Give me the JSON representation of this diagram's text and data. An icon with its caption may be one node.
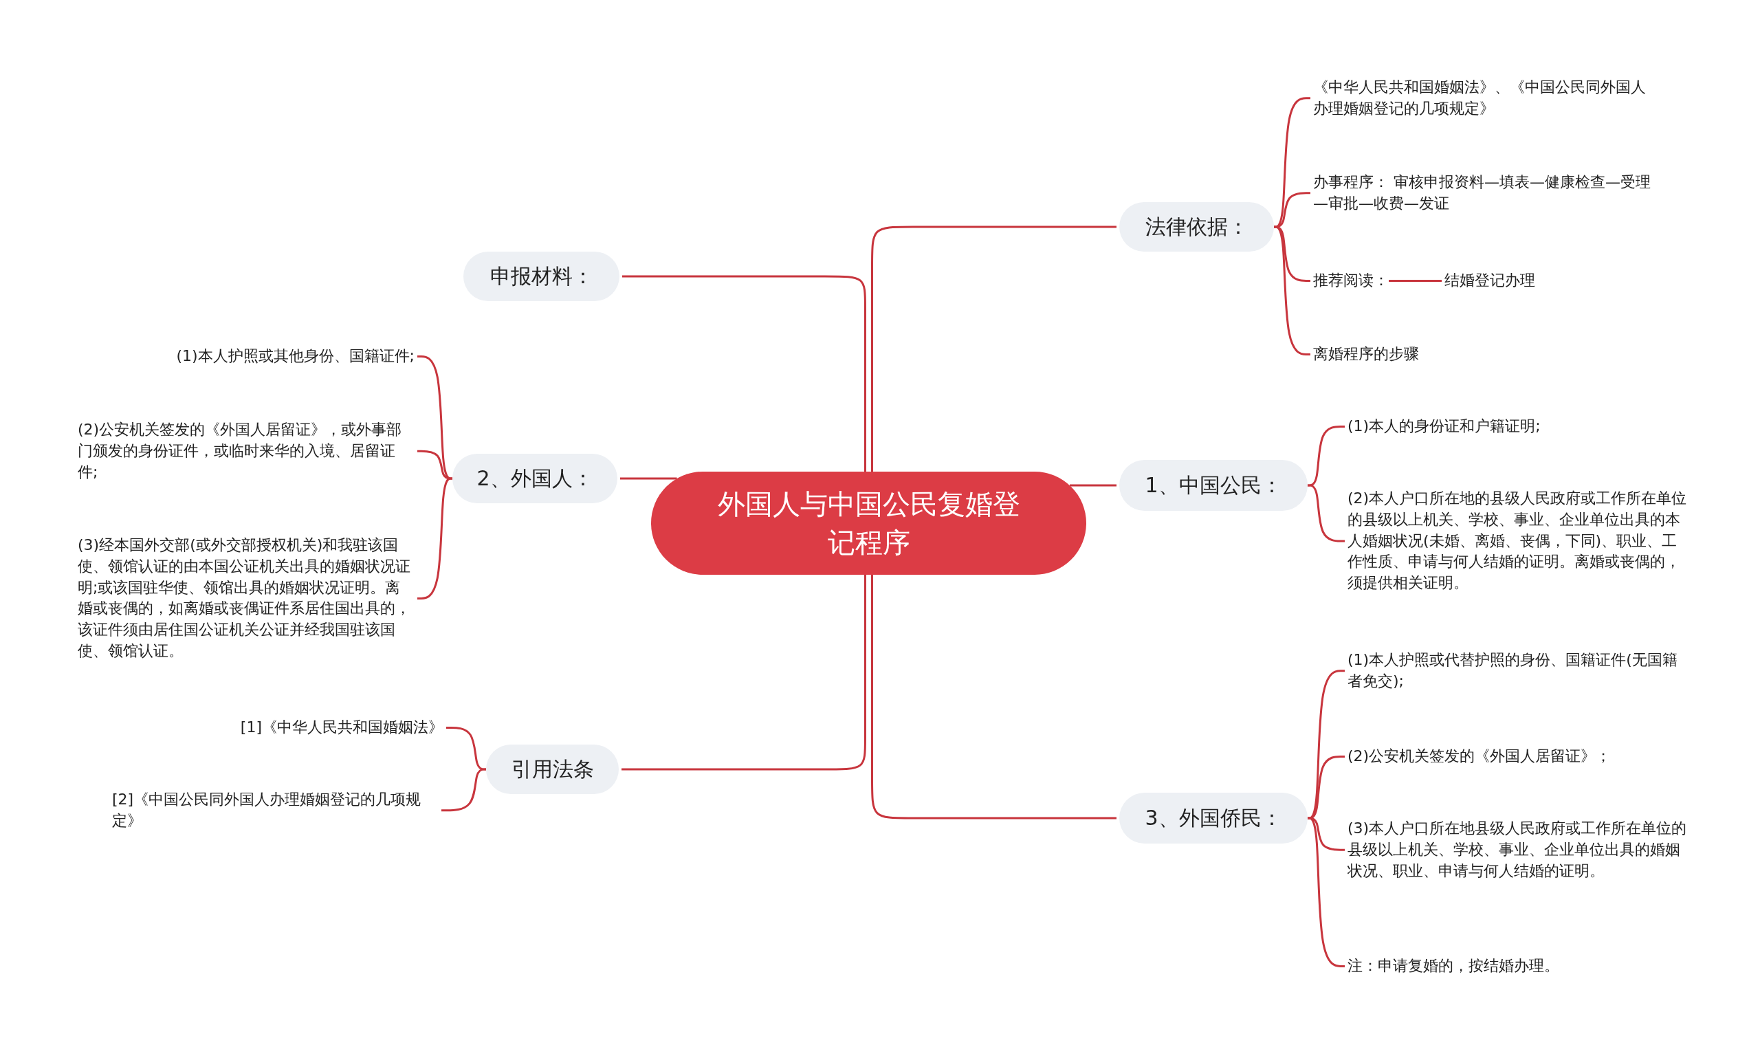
{
  "diagram": {
    "nodes": [
      {
        "text": [
          "外国人与中国公民复婚登记程序"
        ]
      },
      {
        "text": [
          "法律依据："
        ]
      },
      {
        "text": [
          "1、中国公民："
        ]
      },
      {
        "text": [
          "3、外国侨民："
        ]
      },
      {
        "text": [
          "申报材料："
        ]
      },
      {
        "text": [
          "2、外国人："
        ]
      },
      {
        "text": [
          "引用法条"
        ]
      },
      {
        "text": [
          "《中华人民共和国婚姻法》、《中国公民同外国人办理婚姻登记的几项规定》"
        ]
      },
      {
        "text": [
          "办事程序： 审核申报资料—填表—健康检查—受理—审批—收费—发证"
        ]
      },
      {
        "text": [
          "推荐阅读："
        ]
      },
      {
        "text": [
          "结婚登记办理"
        ]
      },
      {
        "text": [
          "离婚程序的步骤"
        ]
      },
      {
        "text": [
          "(1)本人的身份证和户籍证明;"
        ]
      },
      {
        "text": [
          "(2)本人户口所在地的县级人民政府或工作所在单位的县级以上机关、学校、事业、企业单位出具的本人婚姻状况(未婚、离婚、丧偶，下同)、职业、工作性质、申请与何人结婚的证明。离婚或丧偶的，须提供相关证明。"
        ]
      },
      {
        "text": [
          "(1)本人护照或代替护照的身份、国籍证件(无国籍者免交);"
        ]
      },
      {
        "text": [
          "(2)公安机关签发的《外国人居留证》；"
        ]
      },
      {
        "text": [
          "(3)本人户口所在地县级人民政府或工作所在单位的县级以上机关、学校、事业、企业单位出具的婚姻状况、职业、申请与何人结婚的证明。"
        ]
      },
      {
        "text": [
          "注：申请复婚的，按结婚办理。"
        ]
      },
      {
        "text": [
          "(1)本人护照或其他身份、国籍证件;"
        ]
      },
      {
        "text": [
          "(2)公安机关签发的《外国人居留证》，或外事部门颁发的身份证件，或临时来华的入境、居留证件;"
        ]
      },
      {
        "text": [
          "(3)经本国外交部(或外交部授权机关)和我驻该国使、领馆认证的由本国公证机关出具的婚姻状况证明;或该国驻华使、领馆出具的婚姻状况证明。离婚或丧偶的，如离婚或丧偶证件系居住国出具的，该证件须由居住国公证机关公证并经我国驻该国使、领馆认证。"
        ]
      },
      {
        "text": [
          "[1]《中华人民共和国婚姻法》"
        ]
      },
      {
        "text": [
          "[2]《中国公民同外国人办理婚姻登记的几项规定》"
        ]
      }
    ],
    "edges": [
      {
        "from": 0,
        "to": 1,
        "arrow": "none"
      },
      {
        "from": 0,
        "to": 2,
        "arrow": "none"
      },
      {
        "from": 0,
        "to": 3,
        "arrow": "none"
      },
      {
        "from": 0,
        "to": 4,
        "arrow": "none"
      },
      {
        "from": 0,
        "to": 5,
        "arrow": "none"
      },
      {
        "from": 0,
        "to": 6,
        "arrow": "none"
      },
      {
        "from": 1,
        "to": 7,
        "arrow": "none"
      },
      {
        "from": 1,
        "to": 8,
        "arrow": "none"
      },
      {
        "from": 1,
        "to": 9,
        "arrow": "none"
      },
      {
        "from": 9,
        "to": 10,
        "arrow": "none"
      },
      {
        "from": 1,
        "to": 11,
        "arrow": "none"
      },
      {
        "from": 2,
        "to": 12,
        "arrow": "none"
      },
      {
        "from": 2,
        "to": 13,
        "arrow": "none"
      },
      {
        "from": 3,
        "to": 14,
        "arrow": "none"
      },
      {
        "from": 3,
        "to": 15,
        "arrow": "none"
      },
      {
        "from": 3,
        "to": 16,
        "arrow": "none"
      },
      {
        "from": 3,
        "to": 17,
        "arrow": "none"
      },
      {
        "from": 5,
        "to": 18,
        "arrow": "none"
      },
      {
        "from": 5,
        "to": 19,
        "arrow": "none"
      },
      {
        "from": 5,
        "to": 20,
        "arrow": "none"
      },
      {
        "from": 6,
        "to": 21,
        "arrow": "none"
      },
      {
        "from": 6,
        "to": 22,
        "arrow": "none"
      }
    ]
  }
}
